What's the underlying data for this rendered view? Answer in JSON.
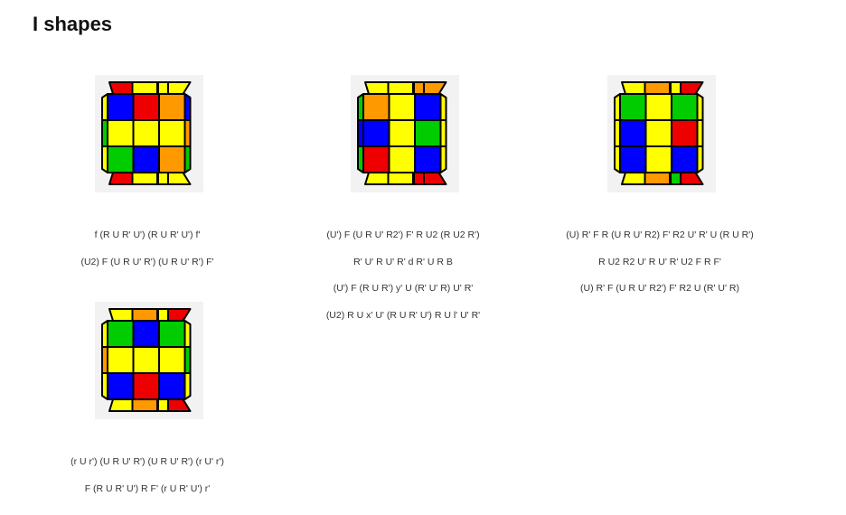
{
  "page": {
    "title": "I shapes"
  },
  "colors": {
    "Y": "#ffff00",
    "B": "#0000ff",
    "R": "#ee0000",
    "G": "#00cc00",
    "O": "#ff9900"
  },
  "cases": [
    {
      "stickers": {
        "top": [
          "R",
          "Y",
          "Y",
          "Y"
        ],
        "bottom": [
          "R",
          "Y",
          "Y",
          "Y"
        ],
        "left": [
          "Y",
          "G",
          "Y"
        ],
        "right": [
          "B",
          "O",
          "G"
        ],
        "grid": [
          [
            "B",
            "R",
            "O"
          ],
          [
            "Y",
            "Y",
            "Y"
          ],
          [
            "G",
            "B",
            "O"
          ]
        ]
      },
      "algorithms": [
        "f (R U R' U') (R U R' U') f'",
        "(U2) F (U R U' R') (U R U' R') F'"
      ]
    },
    {
      "stickers": {
        "top": [
          "Y",
          "Y",
          "O",
          "O"
        ],
        "bottom": [
          "Y",
          "Y",
          "R",
          "R"
        ],
        "left": [
          "G",
          "B",
          "G"
        ],
        "right": [
          "Y",
          "Y",
          "Y"
        ],
        "grid": [
          [
            "O",
            "Y",
            "B"
          ],
          [
            "B",
            "Y",
            "G"
          ],
          [
            "R",
            "Y",
            "B"
          ]
        ]
      },
      "algorithms": [
        "(U') F (U R U' R2') F' R U2 (R U2 R')",
        "R' U' R U' R' d R' U R B",
        "(U') F (R U R') y' U (R' U' R) U' R'",
        "(U2) R U x' U' (R U R' U') R U l' U' R'"
      ]
    },
    {
      "stickers": {
        "top": [
          "Y",
          "O",
          "Y",
          "R"
        ],
        "bottom": [
          "Y",
          "O",
          "G",
          "R"
        ],
        "left": [
          "Y",
          "Y",
          "Y"
        ],
        "right": [
          "Y",
          "Y",
          "Y"
        ],
        "grid": [
          [
            "G",
            "Y",
            "G"
          ],
          [
            "B",
            "Y",
            "R"
          ],
          [
            "B",
            "Y",
            "B"
          ]
        ]
      },
      "algorithms": [
        "(U) R' F R (U R U' R2) F' R2 U' R' U (R U R')",
        "R U2 R2 U' R U' R' U2 F R F'",
        "(U) R' F (U R U' R2') F' R2 U (R' U' R)"
      ]
    },
    {
      "stickers": {
        "top": [
          "Y",
          "O",
          "Y",
          "R"
        ],
        "bottom": [
          "Y",
          "O",
          "Y",
          "R"
        ],
        "left": [
          "Y",
          "O",
          "Y"
        ],
        "right": [
          "Y",
          "G",
          "Y"
        ],
        "grid": [
          [
            "G",
            "B",
            "G"
          ],
          [
            "Y",
            "Y",
            "Y"
          ],
          [
            "B",
            "R",
            "B"
          ]
        ]
      },
      "algorithms": [
        "(r U r') (U R U' R') (U R U' R') (r U' r')",
        "F (R U R' U') R F' (r U R' U') r'"
      ]
    }
  ]
}
